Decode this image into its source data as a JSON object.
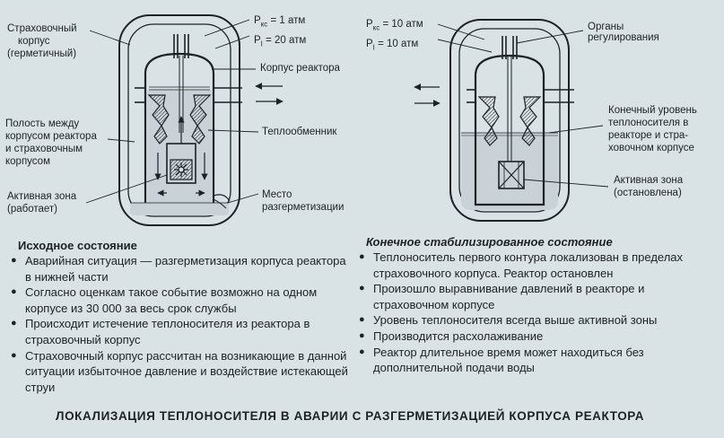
{
  "left": {
    "params": [
      "P",
      "кс",
      " = 1 атм",
      "P",
      "I",
      " = 20 атм"
    ],
    "labels": {
      "containment": [
        "Страховочный",
        "корпус",
        "(герметичный)"
      ],
      "vessel": "Корпус реактора",
      "gap": [
        "Полость между",
        "корпусом реактора",
        "и страховочным",
        "корпусом"
      ],
      "exchanger": "Теплообменник",
      "core": [
        "Активная зона",
        "(работает)"
      ],
      "leak": [
        "Место",
        "разгерметизации"
      ]
    },
    "section_title": "Исходное состояние",
    "bullets": [
      "Аварийная ситуация — разгерметизация корпуса реактора в нижней части",
      "Согласно оценкам такое событие возможно на одном корпусе из 30 000 за весь срок службы",
      "Происходит истечение теплоносителя из реактора в страховочный корпус",
      "Страховочный корпус рассчитан на возникающие в данной ситуации избыточное давление и воздействие истекающей струи"
    ]
  },
  "right": {
    "params": [
      "P",
      "кс",
      " = 10 атм",
      "P",
      "I",
      " = 10 атм"
    ],
    "labels": {
      "controls": [
        "Органы",
        "регулирования"
      ],
      "level": [
        "Конечный уровень",
        "теплоносителя в",
        "реакторе и стра-",
        "ховочном корпусе"
      ],
      "core": [
        "Активная зона",
        "(остановлена)"
      ]
    },
    "section_title": "Конечное стабилизированное состояние",
    "bullets": [
      "Теплоноситель первого контура локализован в пределах страховочного корпуса. Реактор остановлен",
      "Произошло выравнивание давлений в реакторе и страховочном корпусе",
      "Уровень теплоносителя всегда выше активной зоны",
      "Производится расхолаживание",
      "Реактор длительное время может находиться без дополнительной подачи воды"
    ]
  },
  "footer": "ЛОКАЛИЗАЦИЯ ТЕПЛОНОСИТЕЛЯ В АВАРИИ С РАЗГЕРМЕТИЗАЦИЕЙ КОРПУСА РЕАКТОРА"
}
